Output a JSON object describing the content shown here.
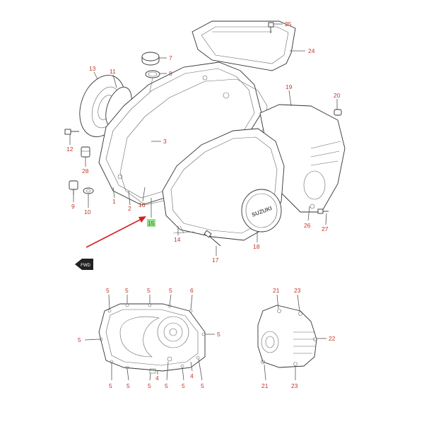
{
  "labels": {
    "l1": "1",
    "l2": "2",
    "l3": "3",
    "l4": "4",
    "l5": "5",
    "l7": "7",
    "l8": "8",
    "l9": "9",
    "l10": "10",
    "l11": "11",
    "l12": "12",
    "l13": "13",
    "l14": "14",
    "l15": "15",
    "l16": "16",
    "l17": "17",
    "l18": "18",
    "l19": "19",
    "l20": "20",
    "l21": "21",
    "l22": "22",
    "l23": "23",
    "l24": "24",
    "l25": "25",
    "l26": "26",
    "l27": "27",
    "l28": "28",
    "l6": "6"
  },
  "front_badge": "FWD",
  "cover_logo": "SUZUKI",
  "highlight_color": "#8be28b",
  "arrow_color": "#d62020",
  "label_color": "#c0392b"
}
